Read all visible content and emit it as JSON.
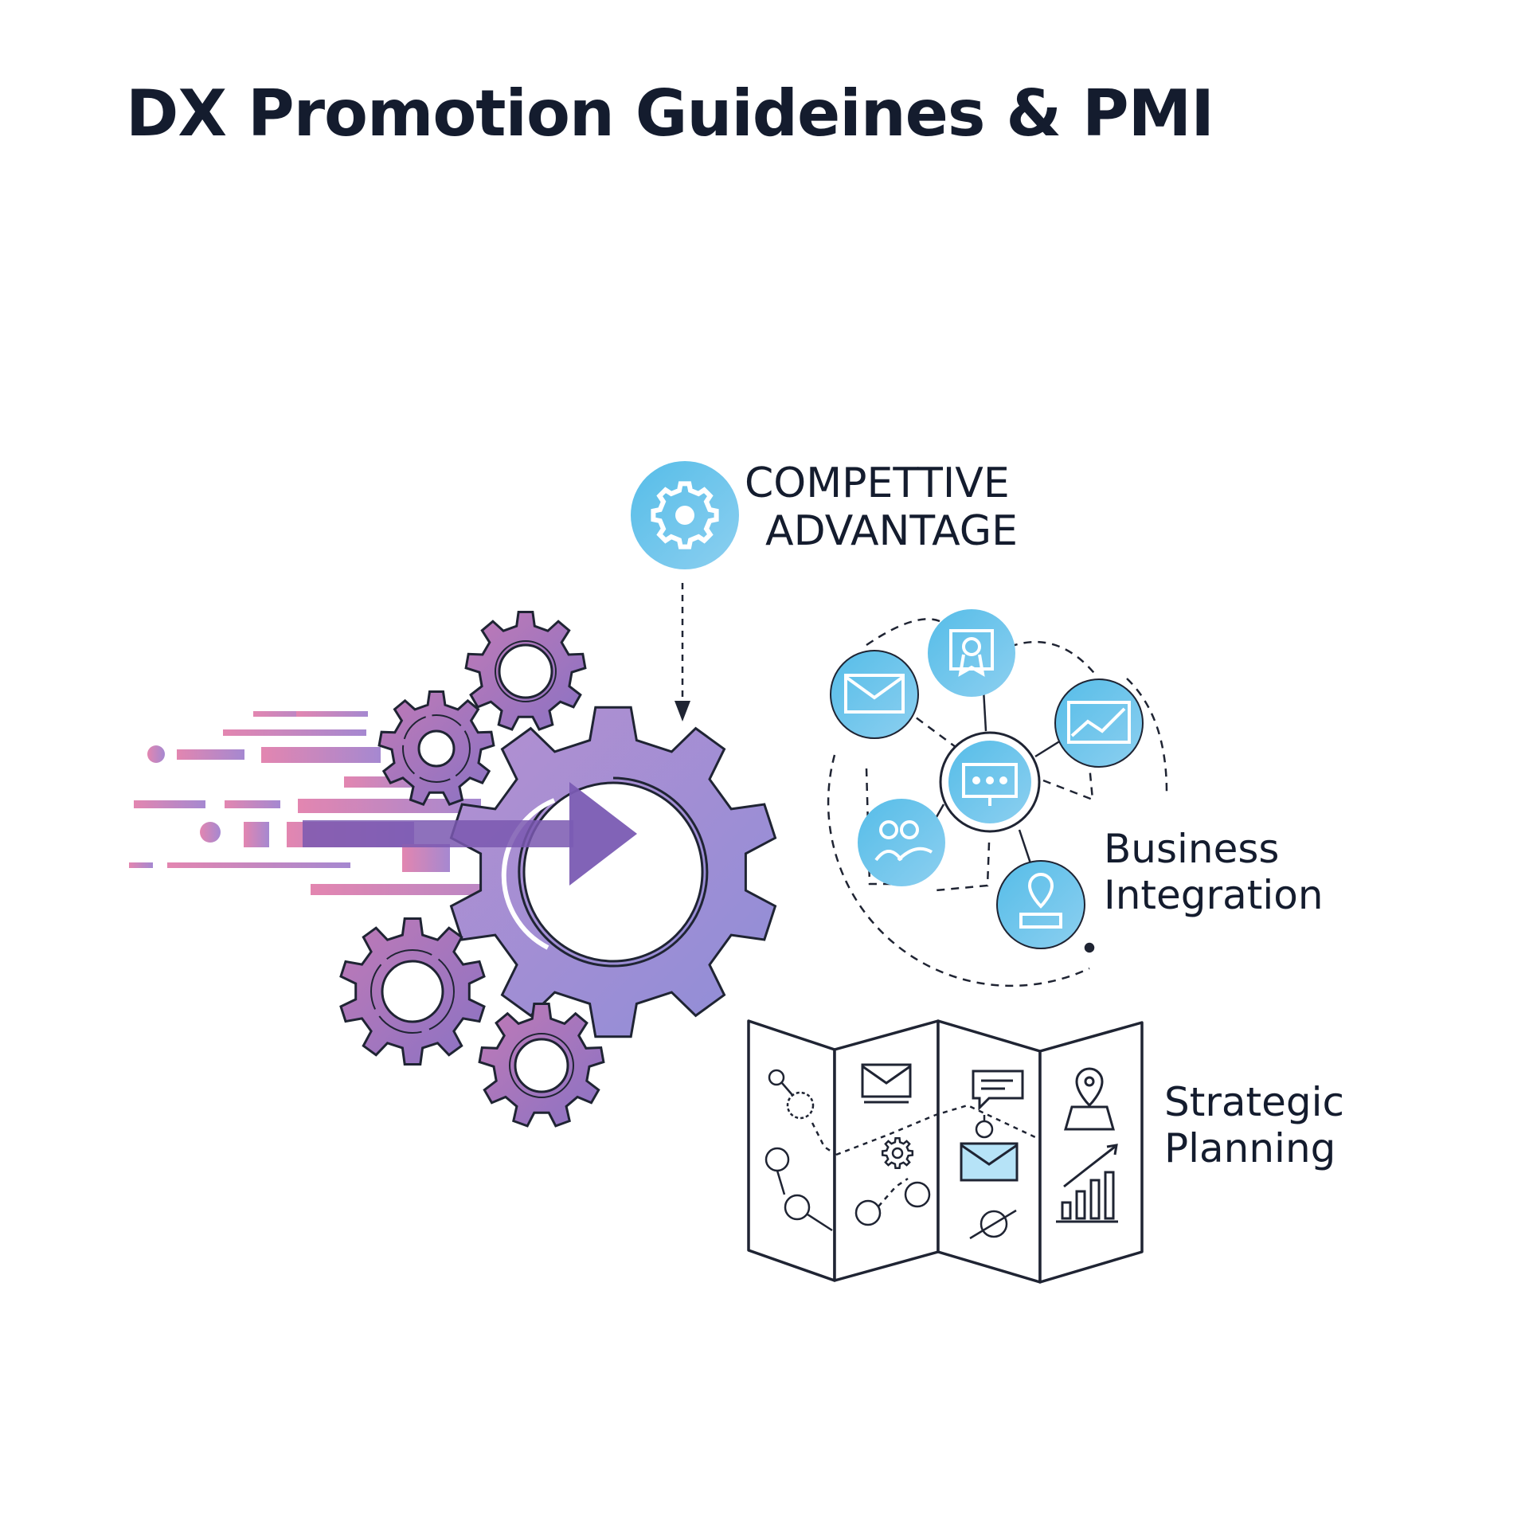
{
  "title": "DX Promotion Guideines & PMI",
  "competitive_advantage": {
    "line1": "COMPETTIVE",
    "line2": "ADVANTAGE",
    "icon": "gear-icon"
  },
  "business_integration": {
    "line1": "Business",
    "line2": "Integration",
    "nodes": [
      "mail-icon",
      "certificate-icon",
      "chart-icon",
      "presentation-icon",
      "team-icon",
      "location-icon"
    ]
  },
  "strategic_planning": {
    "line1": "Strategic",
    "line2": "Planning",
    "icons": [
      "mail-icon",
      "chat-icon",
      "gear-icon",
      "map-pin-icon",
      "bar-chart-icon"
    ]
  },
  "colors": {
    "title": "#141c2e",
    "accent_blue": "#5bbbe8",
    "gear_purple": "#9b8ad4",
    "gear_pink": "#c07ab6",
    "line_dark": "#1f2433"
  }
}
